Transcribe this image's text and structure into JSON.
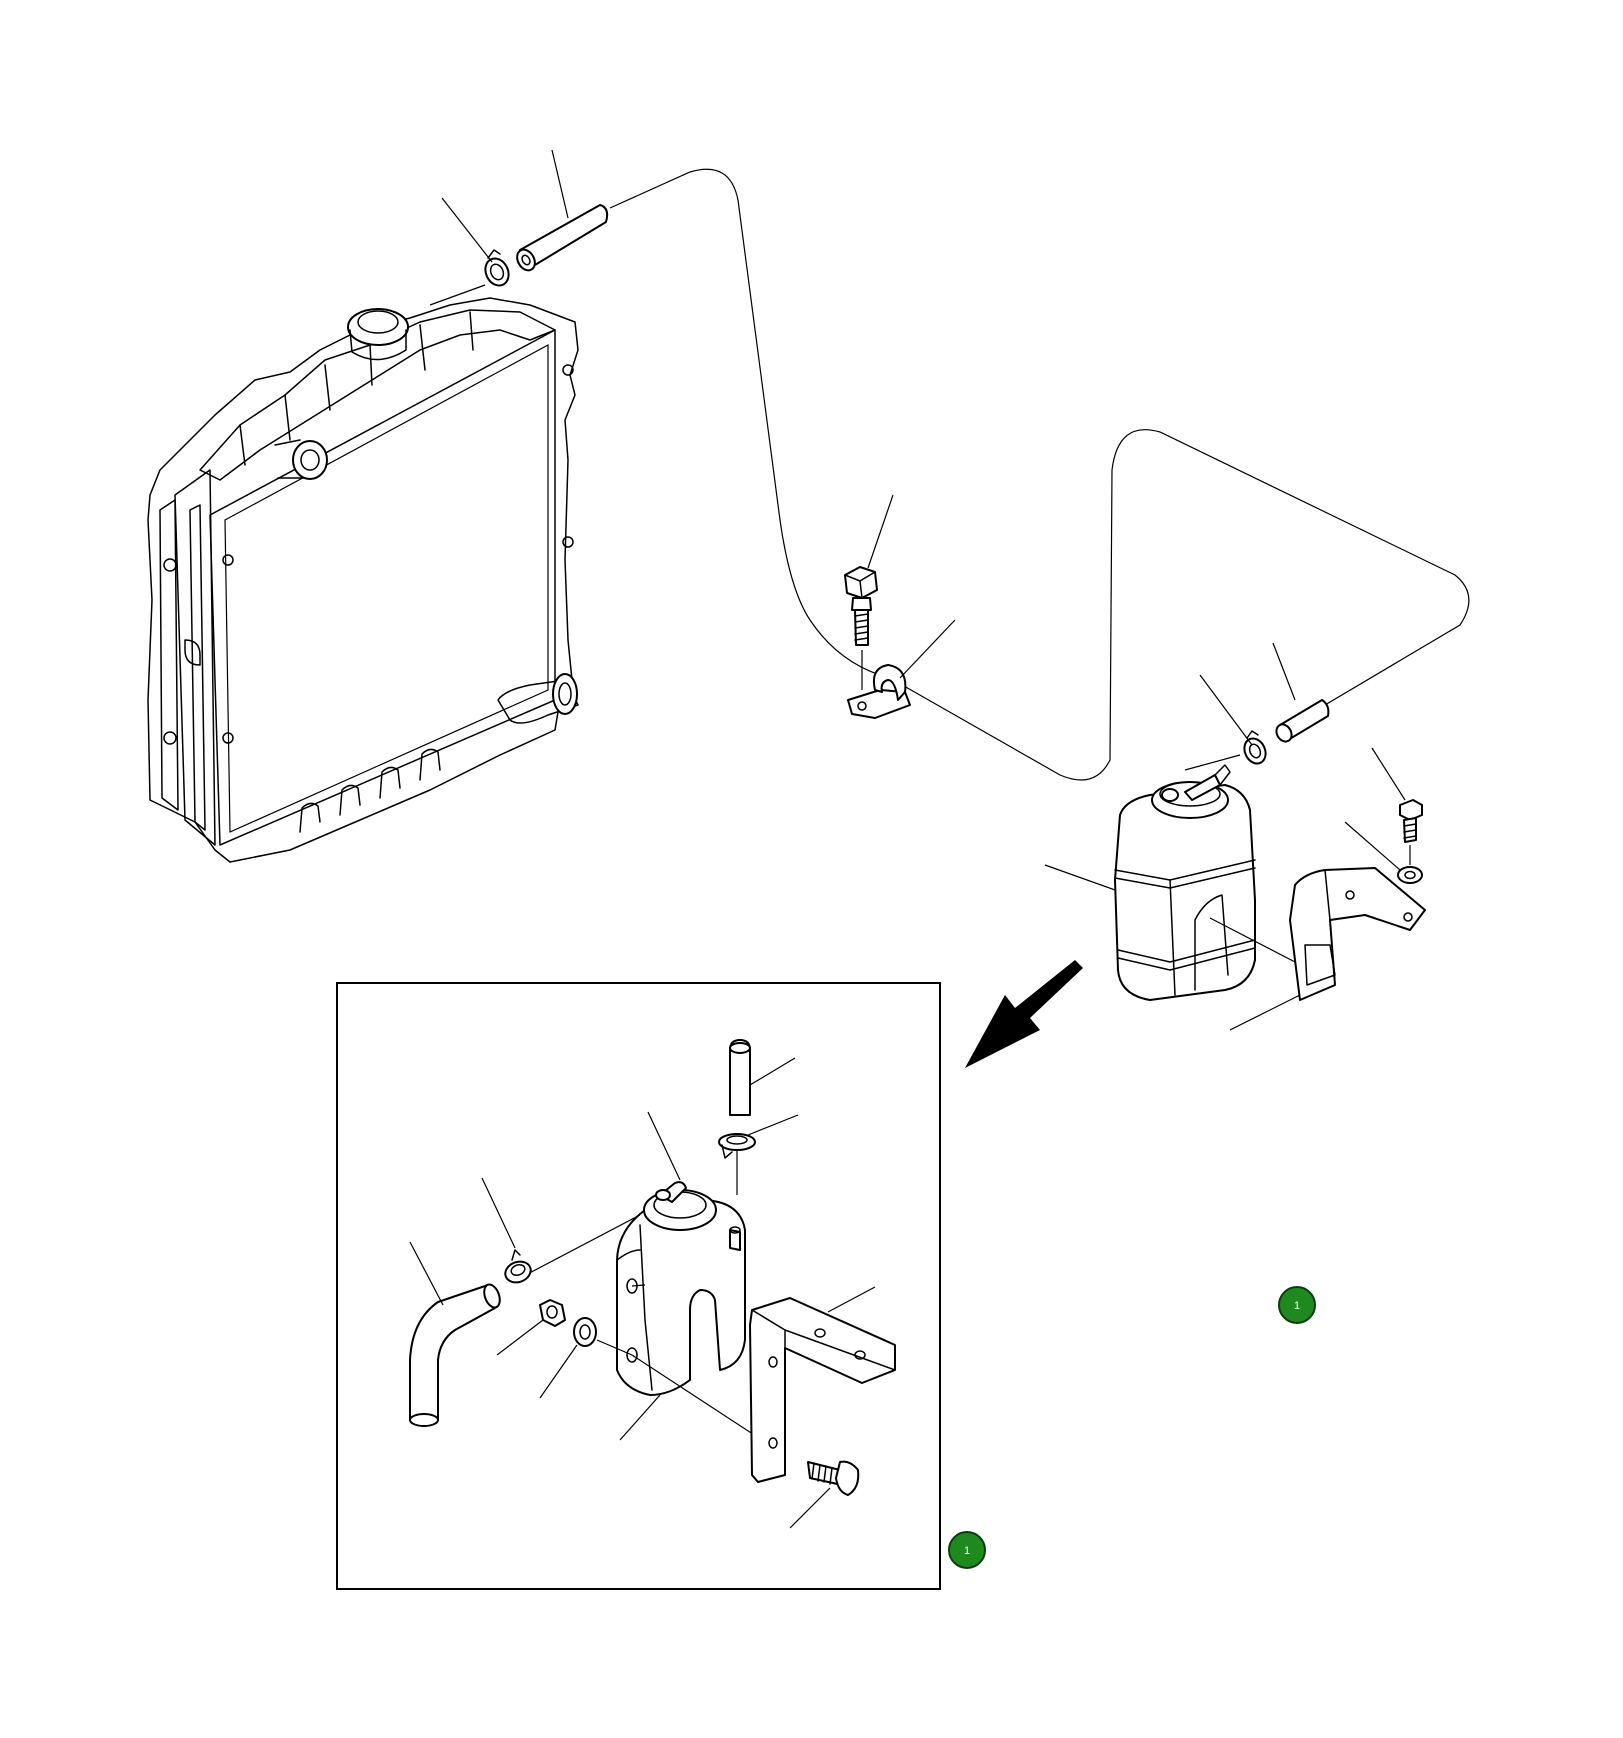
{
  "callout_badges": [
    {
      "id": "badge-upper",
      "label": "1"
    },
    {
      "id": "badge-lower",
      "label": "1"
    }
  ],
  "colors": {
    "badge_fill": "#1e8a1e",
    "line": "#000000",
    "background": "#ffffff"
  },
  "parts": {
    "radiator": "radiator-icon",
    "reserve_tank": "reserve-tank-icon",
    "bracket": "bracket-icon",
    "hose_clamp": "hose-clamp-icon",
    "hose": "hose-icon",
    "bolt": "bolt-icon",
    "pipe_clip": "pipe-clip-icon",
    "detail_arrow": "arrow-icon"
  }
}
